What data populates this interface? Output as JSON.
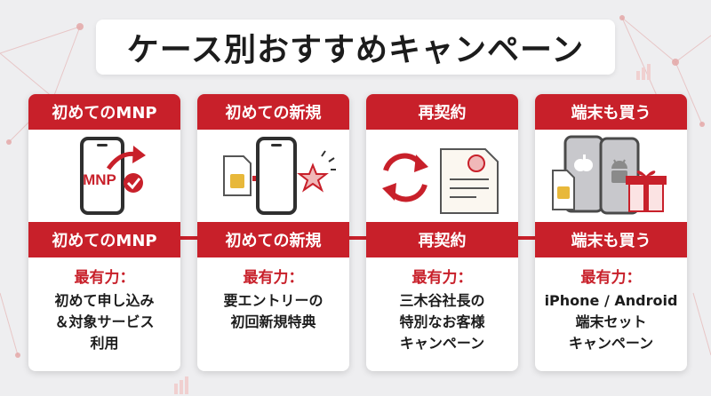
{
  "title": "ケース別おすすめキャンペーン",
  "colors": {
    "accent": "#c8202a",
    "background": "#eeeef0",
    "card": "#ffffff",
    "text": "#1c1c1c"
  },
  "cards": [
    {
      "header": "初めてのMNP",
      "subheader": "初めてのMNP",
      "best_label": "最有力：",
      "desc_lines": [
        "初めて申し込み",
        "＆対象サービス",
        "利用"
      ],
      "icons": [
        "smartphone-icon",
        "arrow-right-icon",
        "check-circle-icon"
      ],
      "badge_text": "MNP"
    },
    {
      "header": "初めての新規",
      "subheader": "初めての新規",
      "best_label": "最有力：",
      "desc_lines": [
        "要エントリーの",
        "初回新規特典"
      ],
      "icons": [
        "sim-card-icon",
        "arrow-right-icon",
        "smartphone-icon",
        "star-icon"
      ]
    },
    {
      "header": "再契約",
      "subheader": "再契約",
      "best_label": "最有力：",
      "desc_lines": [
        "三木谷社長の",
        "特別なお客様",
        "キャンペーン"
      ],
      "icons": [
        "refresh-icon",
        "document-icon"
      ]
    },
    {
      "header": "端末も買う",
      "subheader": "端末も買う",
      "best_label": "最有力：",
      "desc_lines": [
        "iPhone / Android",
        "端末セット",
        "キャンペーン"
      ],
      "icons": [
        "phones-icon",
        "apple-icon",
        "android-icon",
        "sim-card-icon",
        "gift-icon"
      ]
    }
  ]
}
